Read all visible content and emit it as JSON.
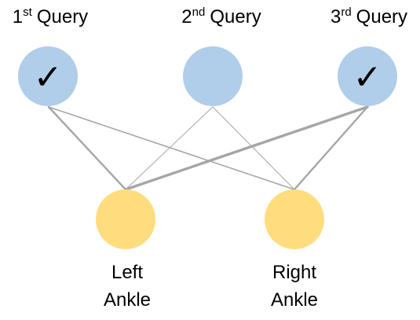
{
  "colors": {
    "query_node": "#b0cdea",
    "joint_node": "#ffdd7e",
    "edge": "#a6a6a6",
    "text": "#000000"
  },
  "queries": [
    {
      "number": "1",
      "suffix": "st",
      "word": "Query",
      "checked": true,
      "check_glyph": "✓"
    },
    {
      "number": "2",
      "suffix": "nd",
      "word": "Query",
      "checked": false,
      "check_glyph": ""
    },
    {
      "number": "3",
      "suffix": "rd",
      "word": "Query",
      "checked": true,
      "check_glyph": "✓"
    }
  ],
  "joints": [
    {
      "line1": "Left",
      "line2": "Ankle"
    },
    {
      "line1": "Right",
      "line2": "Ankle"
    }
  ],
  "edges": [
    {
      "from_query": 0,
      "to_joint": 0,
      "weight": "medium"
    },
    {
      "from_query": 0,
      "to_joint": 1,
      "weight": "light"
    },
    {
      "from_query": 1,
      "to_joint": 0,
      "weight": "thin"
    },
    {
      "from_query": 1,
      "to_joint": 1,
      "weight": "thin"
    },
    {
      "from_query": 2,
      "to_joint": 0,
      "weight": "heavy"
    },
    {
      "from_query": 2,
      "to_joint": 1,
      "weight": "medium"
    }
  ]
}
